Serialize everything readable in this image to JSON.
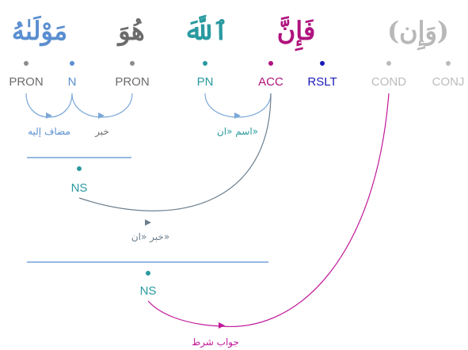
{
  "colors": {
    "pron": "#6b6b6b",
    "n": "#5b8fd0",
    "pn": "#2a9aa0",
    "acc": "#b0127e",
    "rslt": "#1a1ab8",
    "cond": "#b8b8b8",
    "conj": "#b8b8b8",
    "arc_blue": "#7aa7d8",
    "arc_grey": "#6c7f8e",
    "arc_pink": "#c0189a",
    "bar": "#5b8fd0",
    "ns": "#2a9aa0",
    "dot": "#8c8c8c"
  },
  "words": [
    {
      "id": "w1",
      "text": "مَوْلَىٰهُ",
      "color": "n"
    },
    {
      "id": "w2",
      "text": "هُوَ",
      "color": "pron"
    },
    {
      "id": "w3",
      "text": "ٱللَّهَ",
      "color": "pn"
    },
    {
      "id": "w4",
      "text": "فَإِنَّ",
      "color": "acc"
    },
    {
      "id": "w5",
      "text": "(وَإِن)",
      "color": "cond"
    }
  ],
  "tags": [
    {
      "text": "PRON",
      "color": "pron"
    },
    {
      "text": "N",
      "color": "n"
    },
    {
      "text": "PRON",
      "color": "pron"
    },
    {
      "text": "PN",
      "color": "pn"
    },
    {
      "text": "ACC",
      "color": "acc"
    },
    {
      "text": "RSLT",
      "color": "rslt"
    },
    {
      "text": "COND",
      "color": "cond"
    },
    {
      "text": "CONJ",
      "color": "conj"
    }
  ],
  "relations": {
    "mudaf": "مضاف إليه",
    "khabar": "خبر",
    "ism_inna": "اسم «ان»",
    "khabar_inna": "خبر «ان»",
    "jawab": "جواب شرط"
  },
  "phrases": {
    "ns1": "NS",
    "ns2": "NS"
  }
}
